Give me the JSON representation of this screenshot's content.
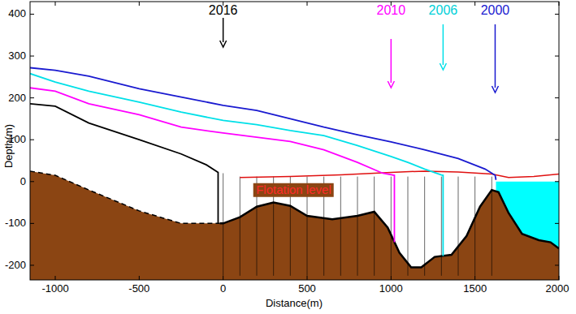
{
  "diagram": {
    "labels": [
      "400",
      "300",
      "200",
      "100",
      "0",
      "-100",
      "-200",
      "-1000",
      "-500",
      "0",
      "500",
      "1000",
      "1500",
      "2000",
      "Depth(m)",
      "Distance(m)",
      "2016",
      "2010",
      "2006",
      "2000",
      "Flotation level"
    ]
  }
}
